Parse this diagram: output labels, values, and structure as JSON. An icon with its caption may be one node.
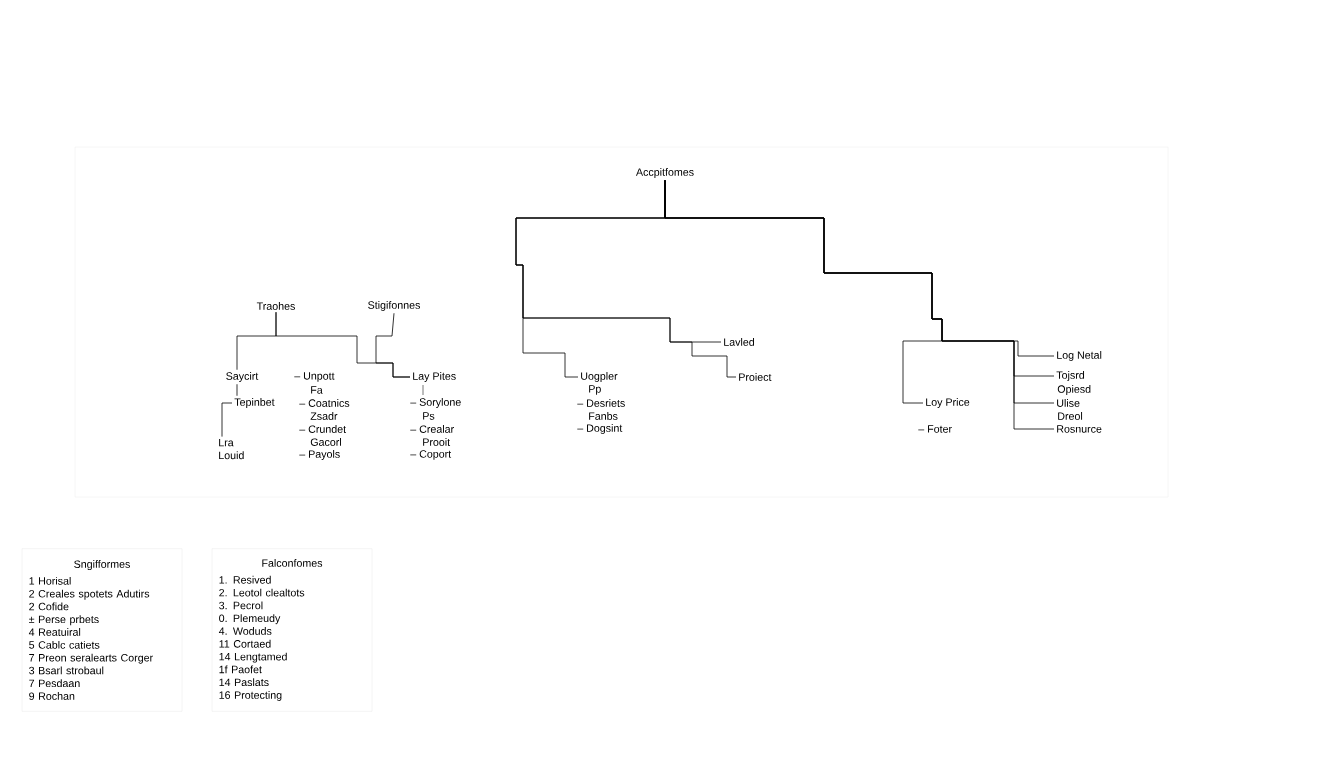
{
  "diagram": {
    "nodes": [
      {
        "text": [
          "Accpitfomes"
        ]
      },
      {
        "text": [
          "Uogpler"
        ]
      },
      {
        "text": [
          "Lavled"
        ]
      },
      {
        "text": [
          "Proiect"
        ]
      },
      {
        "text": [
          "Loy Price"
        ]
      },
      {
        "text": [
          "Log Netal"
        ]
      },
      {
        "text": [
          "Tojsrd"
        ]
      },
      {
        "text": [
          "Ulise"
        ]
      },
      {
        "text": [
          "Rosnurce"
        ]
      },
      {
        "text": [
          "Traohes"
        ]
      },
      {
        "text": [
          "Stigifonnes"
        ]
      },
      {
        "text": [
          "Saycirt"
        ]
      },
      {
        "text": [
          "Lay Pites"
        ]
      },
      {
        "text": [
          "Tepinbet"
        ]
      },
      {
        "text": [
          "Lra Louid"
        ]
      },
      {
        "text": [
          "Sngifformes",
          "1 Horisal",
          "2 Creales spotets Adutirs",
          "2 Cofide",
          "± Perse prbets",
          "4 Reatuiral",
          "5 Cablc catiets",
          "7 Preon seralearts Corger",
          "3 Bsarl strobaul",
          "7 Pesdaan",
          "9 Rochan"
        ]
      },
      {
        "text": [
          "Falconfomes",
          "1. Resived",
          "2. Leotol clealtots",
          "3. Pecrol",
          "0. Plemeudy",
          "4. Woduds",
          "11 Cortaed",
          "14 Lengtamed",
          "1f Paofet",
          "14 Paslats",
          "16 Protecting"
        ]
      }
    ],
    "edges": [
      {
        "from": 0,
        "to": 1,
        "arrow": "none"
      },
      {
        "from": 0,
        "to": 2,
        "arrow": "none"
      },
      {
        "from": 0,
        "to": 3,
        "arrow": "none"
      },
      {
        "from": 0,
        "to": 4,
        "arrow": "none"
      },
      {
        "from": 0,
        "to": 5,
        "arrow": "none"
      },
      {
        "from": 0,
        "to": 6,
        "arrow": "none"
      },
      {
        "from": 0,
        "to": 7,
        "arrow": "none"
      },
      {
        "from": 0,
        "to": 8,
        "arrow": "none"
      },
      {
        "from": 9,
        "to": 11,
        "arrow": "none"
      },
      {
        "from": 9,
        "to": 12,
        "arrow": "none"
      },
      {
        "from": 10,
        "to": 12,
        "arrow": "none"
      },
      {
        "from": 11,
        "to": 13,
        "arrow": "none"
      },
      {
        "from": 13,
        "to": 14,
        "arrow": "none"
      }
    ],
    "labels": [
      "– Unpott",
      "Fa",
      "– Coatnics",
      "Zsadr",
      "– Crundet",
      "Gacorl",
      "– Payols",
      "– Sorylone",
      "Ps",
      "– Crealar",
      "Prooit",
      "– Coport",
      "Pp",
      "– Desriets",
      "Fanbs",
      "– Dogsint",
      "Opiesd",
      "Dreol",
      "– Foter"
    ]
  }
}
